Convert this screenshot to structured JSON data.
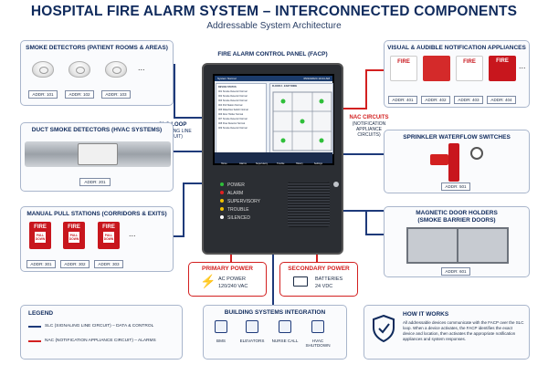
{
  "header": {
    "title": "HOSPITAL FIRE ALARM SYSTEM – INTERCONNECTED COMPONENTS",
    "subtitle": "Addressable System Architecture"
  },
  "smoke_detectors": {
    "title": "SMOKE DETECTORS (PATIENT ROOMS & AREAS)",
    "addresses": [
      "ADDR: 101",
      "ADDR: 102",
      "ADDR: 103"
    ],
    "more": "..."
  },
  "duct_detectors": {
    "title": "DUCT SMOKE DETECTORS (HVAC SYSTEMS)",
    "address": "ADDR: 201"
  },
  "pull_stations": {
    "title": "MANUAL PULL STATIONS (CORRIDORS & EXITS)",
    "device_label": "FIRE",
    "handle_label": "PULL DOWN",
    "addresses": [
      "ADDR: 301",
      "ADDR: 302",
      "ADDR: 303"
    ],
    "more": "..."
  },
  "notification": {
    "title": "VISUAL & AUDIBLE NOTIFICATION APPLIANCES",
    "device_label": "FIRE",
    "addresses": [
      "ADDR: 401",
      "ADDR: 402",
      "ADDR: 403",
      "ADDR: 404"
    ],
    "more": "..."
  },
  "sprinkler": {
    "title": "SPRINKLER WATERFLOW SWITCHES",
    "address": "ADDR: 501"
  },
  "door_holders": {
    "title": "MAGNETIC DOOR HOLDERS",
    "subtitle": "(SMOKE BARRIER DOORS)",
    "address": "ADDR: 601"
  },
  "slc": {
    "label": "SLC LOOP",
    "sub": "(SIGNALING LINE CIRCUIT)"
  },
  "nac": {
    "label": "NAC CIRCUITS",
    "sub": "(NOTIFICATION APPLIANCE CIRCUITS)"
  },
  "facp": {
    "title": "FIRE ALARM CONTROL PANEL (FACP)",
    "status": "System Normal",
    "datetime": "05/24/2024  10:24 AM",
    "list_header": "DEVICE STATUS",
    "map_header": "FLOOR 2 - EAST WING",
    "device_rows": [
      "001  Smoke Detector  Normal",
      "002  Smoke Detector  Normal",
      "003  Smoke Detector  Normal",
      "004  Pull Station  Normal",
      "005  Waterflow Switch  Normal",
      "006  Door Holder  Normal",
      "007  Smoke Detector  Normal",
      "008  Flow Detector  Normal",
      "009  Smoke Detector  Normal"
    ],
    "nav": [
      "Home",
      "Alarms",
      "Supervisory",
      "Trouble",
      "History",
      "Settings"
    ],
    "leds": [
      {
        "label": "POWER",
        "color": "#2fbf3a"
      },
      {
        "label": "ALARM",
        "color": "#e02020"
      },
      {
        "label": "SUPERVISORY",
        "color": "#f2c200"
      },
      {
        "label": "TROUBLE",
        "color": "#f2c200"
      },
      {
        "label": "SILENCED",
        "color": "#ffffff"
      }
    ]
  },
  "primary_power": {
    "title": "PRIMARY POWER",
    "label": "AC POWER",
    "value": "120/240 VAC"
  },
  "secondary_power": {
    "title": "SECONDARY POWER",
    "label": "BATTERIES",
    "value": "24 VDC"
  },
  "building_systems": {
    "title": "BUILDING SYSTEMS INTEGRATION",
    "items": [
      "BMS",
      "ELEVATORS",
      "NURSE CALL",
      "HVAC SHUTDOWN"
    ]
  },
  "legend": {
    "title": "LEGEND",
    "slc": "SLC (SIGNALING LINE CIRCUIT) – DATA & CONTROL",
    "nac": "NAC (NOTIFICATION APPLIANCE CIRCUIT) – ALARMS"
  },
  "how_it_works": {
    "title": "HOW IT WORKS",
    "body": "All addressable devices communicate with the FACP over the SLC loop. When a device activates, the FACP identifies the exact device and location, then activates the appropriate notification appliances and system responses."
  },
  "colors": {
    "slc": "#1e3a7a",
    "nac": "#d32020",
    "title": "#0f2a5c",
    "red_device": "#c8161d"
  }
}
